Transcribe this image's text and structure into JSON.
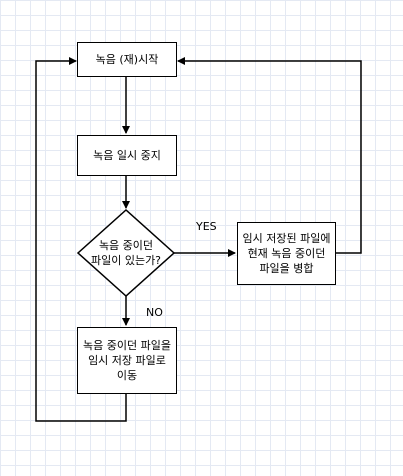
{
  "flowchart": {
    "start": "녹음 (재)시작",
    "pause": "녹음 일시 중지",
    "decision": "녹음 중이던\n파일이 있는가?",
    "merge": "임시 저장된 파일에\n현재 녹음 중이던\n파일을 병합",
    "move": "녹음 중이던 파일을\n임시 저장 파일로\n이동",
    "yes_label": "YES",
    "no_label": "NO"
  }
}
